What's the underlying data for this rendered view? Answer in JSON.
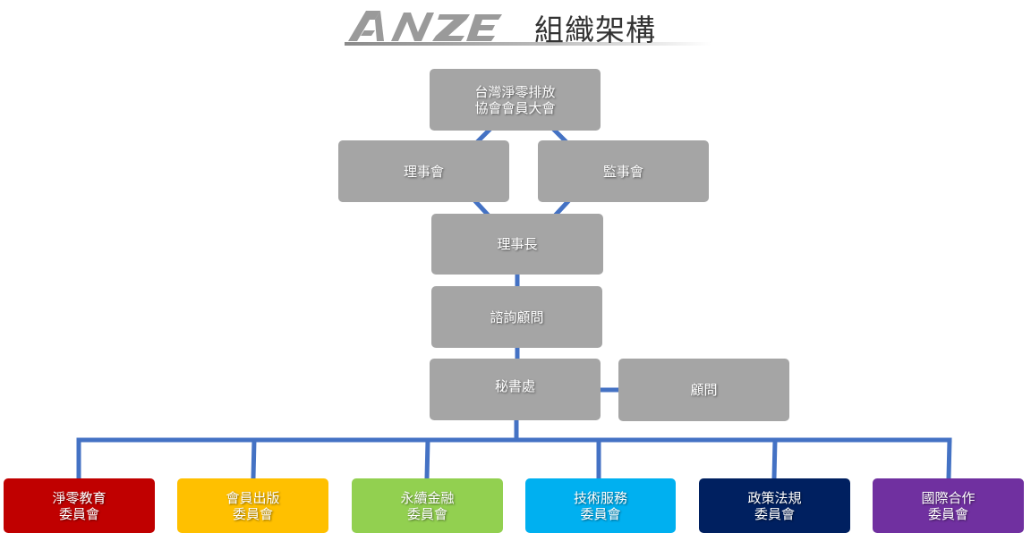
{
  "header": {
    "title": "組織架構",
    "logo_text": "ANZE"
  },
  "colors": {
    "node_gray": "#a5a5a5",
    "connector_blue": "#4472c4"
  },
  "nodes": {
    "general_assembly": {
      "line1": "台灣淨零排放",
      "line2": "協會會員大會"
    },
    "board_of_directors": {
      "label": "理事會"
    },
    "board_of_supervisors": {
      "label": "監事會"
    },
    "chairman": {
      "label": "理事長"
    },
    "advisory_consultants": {
      "label": "諮詢顧問"
    },
    "secretariat": {
      "label": "秘書處"
    },
    "advisor": {
      "label": "顧問"
    }
  },
  "committees": [
    {
      "line1": "淨零教育",
      "line2": "委員會",
      "color": "#c00000"
    },
    {
      "line1": "會員出版",
      "line2": "委員會",
      "color": "#ffc000"
    },
    {
      "line1": "永續金融",
      "line2": "委員會",
      "color": "#92d050"
    },
    {
      "line1": "技術服務",
      "line2": "委員會",
      "color": "#00b0f0"
    },
    {
      "line1": "政策法規",
      "line2": "委員會",
      "color": "#002060"
    },
    {
      "line1": "國際合作",
      "line2": "委員會",
      "color": "#7030a0"
    }
  ]
}
